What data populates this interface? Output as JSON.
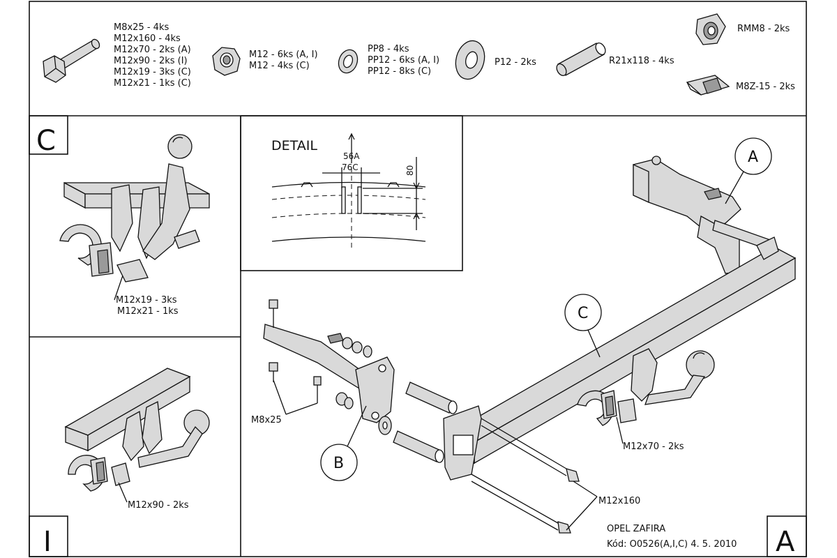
{
  "parts": {
    "bolts": [
      "M8x25 - 4ks",
      "M12x160 - 4ks",
      "M12x70 - 2ks (A)",
      "M12x90 - 2ks (I)",
      "M12x19 - 3ks (C)",
      "M12x21 - 1ks (C)"
    ],
    "nuts": [
      "M12 - 6ks (A, I)",
      "M12 - 4ks (C)"
    ],
    "washers_pp": [
      "PP8 - 4ks",
      "PP12 - 6ks (A, I)",
      "PP12 - 8ks (C)"
    ],
    "washer_p12": "P12 - 2ks",
    "tube": "R21x118 - 4ks",
    "rmm": "RMM8 - 2ks",
    "clip": "M8Z-15 - 2ks"
  },
  "variants": {
    "c": "C",
    "i": "I",
    "a": "A"
  },
  "panel_c": {
    "line1": "M12x19 - 3ks",
    "line2": "M12x21 - 1ks"
  },
  "panel_i": {
    "label": "M12x90 - 2ks"
  },
  "detail": {
    "title": "DETAIL",
    "dim_56a": "56A",
    "dim_76c": "76C",
    "dim_80": "80"
  },
  "callouts": {
    "a": "A",
    "b": "B",
    "c": "C"
  },
  "labels": {
    "m8x25": "M8x25",
    "m12x70": "M12x70 - 2ks",
    "m12x160": "M12x160"
  },
  "title_block": {
    "vehicle": "OPEL ZAFIRA",
    "code": "Kód: O0526(A,I,C)  4. 5. 2010"
  }
}
